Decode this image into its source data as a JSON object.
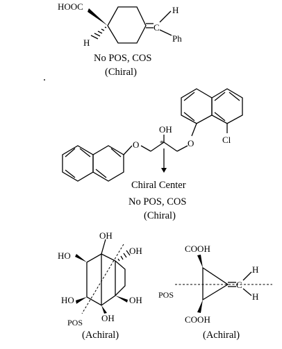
{
  "molecule1": {
    "acid_label": "HOOC",
    "h_left": "H",
    "h_right": "H",
    "alkene_c": "C",
    "ph": "Ph",
    "caption_symmetry": "No POS, COS",
    "caption_chirality": "(Chiral)"
  },
  "molecule2": {
    "oh": "OH",
    "o_left": "O",
    "o_right": "O",
    "cl": "Cl",
    "star": "*",
    "caption_center": "Chiral Center",
    "caption_symmetry": "No POS, COS",
    "caption_chirality": "(Chiral)"
  },
  "molecule3": {
    "oh_top": "OH",
    "oh_right_top": "OH",
    "ho_left_top": "HO",
    "ho_left_bottom": "HO",
    "oh_right_bottom": "OH",
    "oh_bottom": "OH",
    "pos": "POS",
    "caption": "(Achiral)"
  },
  "molecule4": {
    "cooh_top": "COOH",
    "cooh_bottom": "COOH",
    "h_top": "H",
    "h_bottom": "H",
    "c": "C",
    "pos": "POS",
    "caption": "(Achiral)"
  },
  "bullet": "."
}
